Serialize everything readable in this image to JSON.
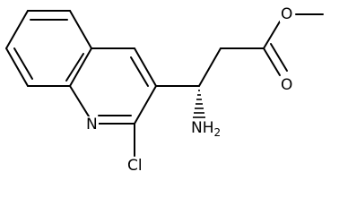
{
  "molecule": {
    "atoms": {
      "nitrogen_ring": "N",
      "chlorine": "Cl",
      "amine": "NH",
      "amine_subscript": "2",
      "ether_oxygen": "O",
      "carbonyl_oxygen": "O"
    }
  }
}
